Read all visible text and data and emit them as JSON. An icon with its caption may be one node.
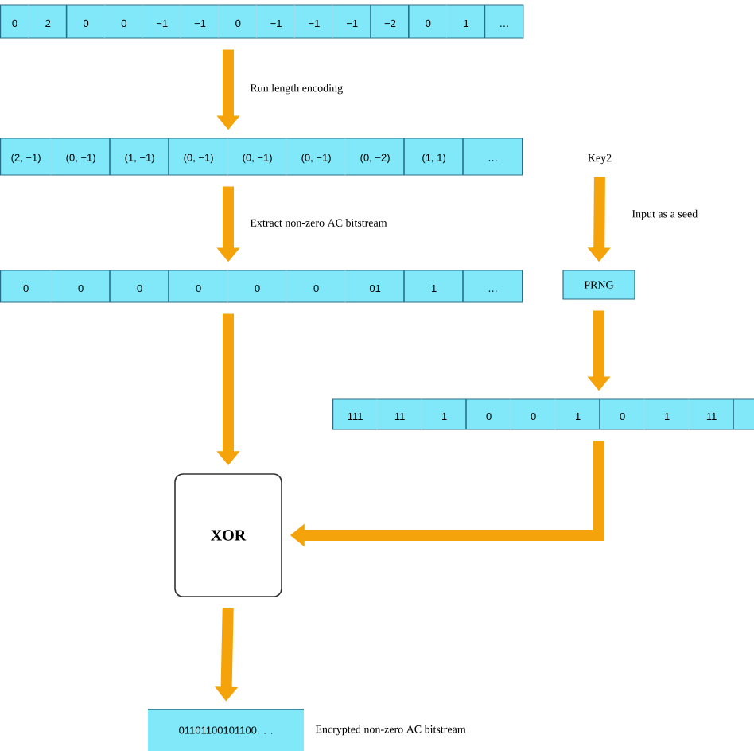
{
  "diagram": {
    "nodes": [
      {
        "text": [
          "0",
          "2",
          "0",
          "0",
          "−1",
          "−1",
          "0",
          "−1",
          "−1",
          "−1",
          "−2",
          "0",
          "1",
          "…"
        ]
      },
      {
        "text": [
          "(2, −1)",
          "(0, −1)",
          "(1, −1)",
          "(0, −1)",
          "(0, −1)",
          "(0, −1)",
          "(0, −2)",
          "(1, 1)",
          "…"
        ]
      },
      {
        "text": [
          "0",
          "0",
          "0",
          "0",
          "0",
          "0",
          "01",
          "1",
          "…"
        ]
      },
      {
        "text": [
          "Key2"
        ]
      },
      {
        "text": [
          "PRNG"
        ]
      },
      {
        "text": [
          "111",
          "11",
          "1",
          "0",
          "0",
          "1",
          "0",
          "1",
          "11"
        ]
      },
      {
        "text": [
          "XOR"
        ]
      },
      {
        "text": [
          "01101100101100. . ."
        ],
        "beside": [
          "Encrypted non-zero AC bitstream"
        ]
      }
    ],
    "edges": [
      {
        "from": 0,
        "to": 1,
        "arrow": "to",
        "label": "Run length encoding"
      },
      {
        "from": 1,
        "to": 2,
        "arrow": "to",
        "label": "Extract non-zero AC bitstream"
      },
      {
        "from": 3,
        "to": 4,
        "arrow": "to",
        "label": "Input as a seed"
      },
      {
        "from": 4,
        "to": 5,
        "arrow": "to"
      },
      {
        "from": 2,
        "to": 6,
        "arrow": "to"
      },
      {
        "from": 5,
        "to": 6,
        "arrow": "to"
      },
      {
        "from": 6,
        "to": 7,
        "arrow": "to"
      }
    ]
  }
}
